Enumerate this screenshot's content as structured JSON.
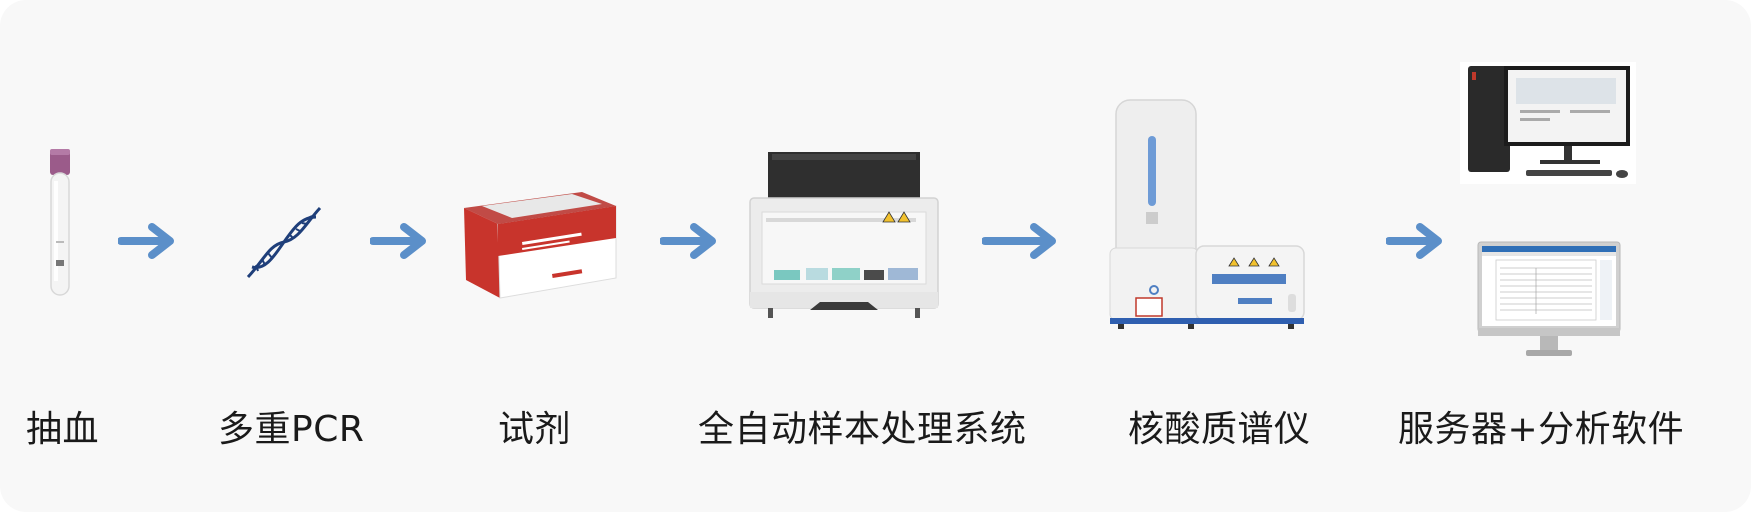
{
  "steps": [
    {
      "label": "抽血"
    },
    {
      "label": "多重PCR"
    },
    {
      "label": "试剂"
    },
    {
      "label": "全自动样本处理系统"
    },
    {
      "label": "核酸质谱仪"
    },
    {
      "label": "服务器+分析软件"
    }
  ],
  "colors": {
    "arrow": "#5b8fc9",
    "background": "#f8f8f8",
    "label_text": "#1a1a1a"
  },
  "icons": [
    "blood-tube-icon",
    "dna-helix-icon",
    "reagent-kit-box-icon",
    "sample-processing-instrument-icon",
    "mass-spectrometer-icon",
    "server-computer-icon",
    "analysis-software-monitor-icon",
    "arrow-right-icon"
  ]
}
